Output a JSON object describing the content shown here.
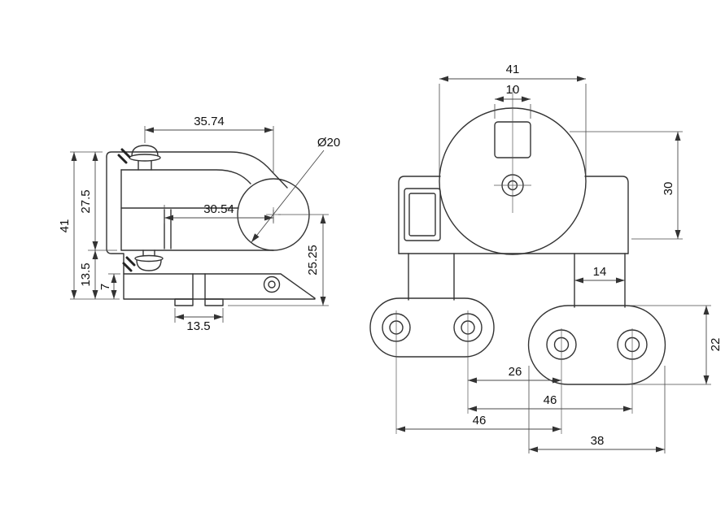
{
  "drawing": {
    "kind": "technical-drawing",
    "background": "#ffffff",
    "line_color": "#333333",
    "side_view": {
      "dims": {
        "top_width": "35.74",
        "diameter": "Ø20",
        "mid_width": "30.54",
        "total_height": "41",
        "upper_height": "27.5",
        "lower_height": "13.5",
        "base_height": "7",
        "foot_width": "13.5",
        "right_height": "25.25"
      }
    },
    "front_view": {
      "dims": {
        "overall_width": "41",
        "square_hole": "10",
        "side_height": "30",
        "neck_width": "14",
        "inner_hole_span": "26",
        "hole_span_right": "46",
        "hole_span_left": "46",
        "right_foot_width": "38",
        "right_foot_height": "22"
      }
    }
  }
}
